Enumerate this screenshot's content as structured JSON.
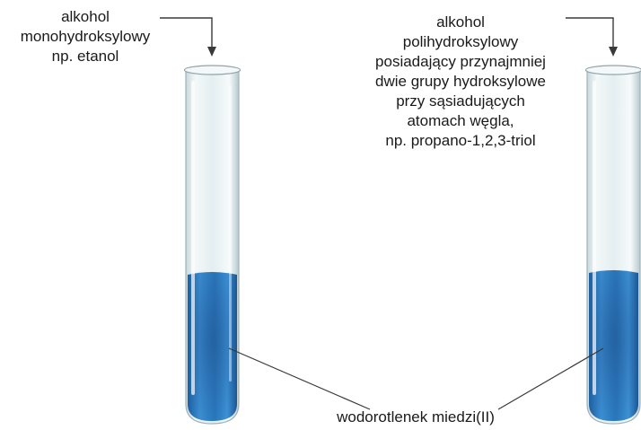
{
  "labels": {
    "left_label": {
      "lines": [
        "alkohol",
        "monohydroksylowy",
        "np. etanol"
      ]
    },
    "right_label": {
      "lines": [
        "alkohol",
        "polihydroksylowy",
        "posiadający przynajmniej",
        "dwie grupy hydroksylowe",
        "przy sąsiadujących",
        "atomach węgla,",
        "np. propano-1,2,3-triol"
      ]
    },
    "bottom_label": "wodorotlenek miedzi(II)"
  },
  "colors": {
    "background": "#ffffff",
    "text": "#1a1a1a",
    "glass": "#e6eff1",
    "glass_edge": "#9fb3b8",
    "precipitate": "#2f7fc4",
    "precipitate_dark": "#1f5fa3",
    "leader_line": "#3a3a3a"
  }
}
